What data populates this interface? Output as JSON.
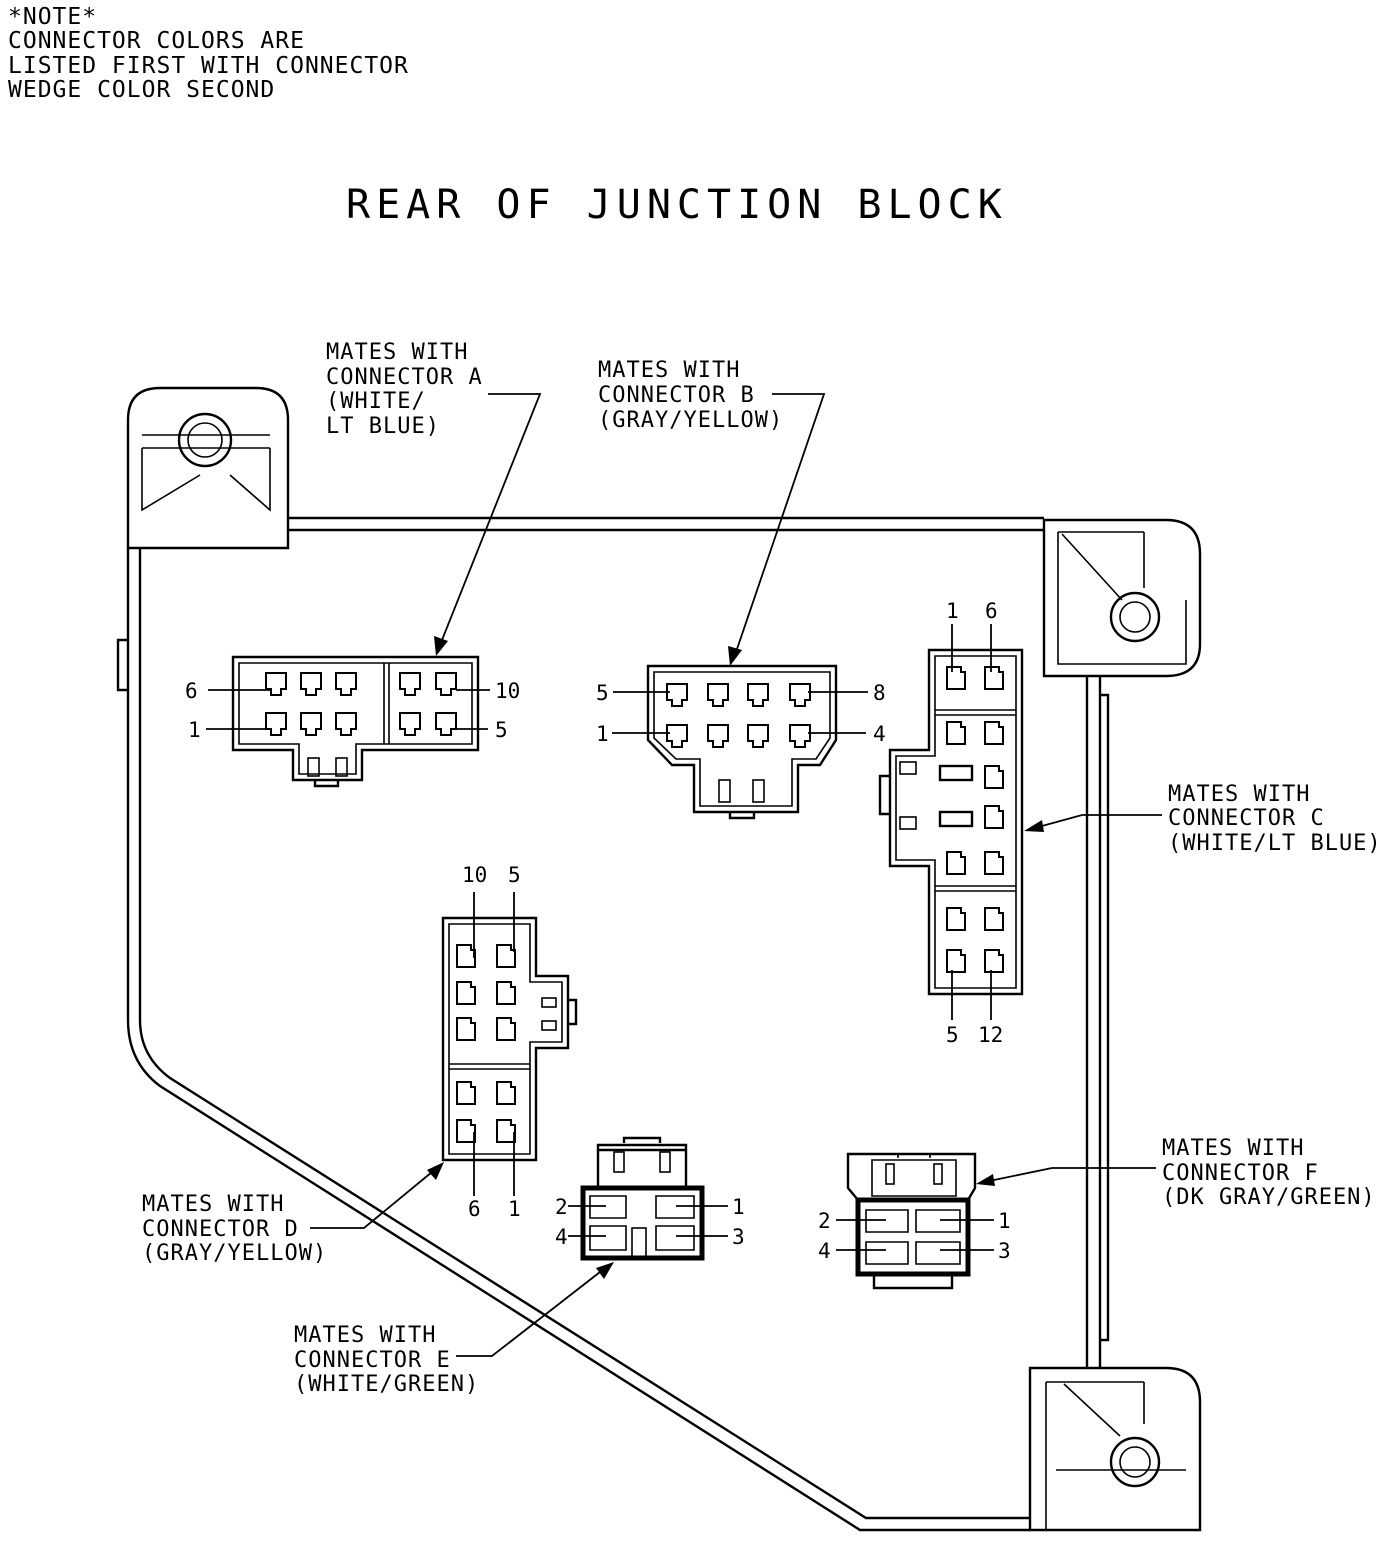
{
  "note": [
    "*NOTE*",
    "CONNECTOR COLORS ARE",
    "LISTED FIRST WITH CONNECTOR",
    "WEDGE COLOR SECOND"
  ],
  "title": "REAR OF JUNCTION BLOCK",
  "connectors": {
    "a": {
      "label": [
        "MATES WITH",
        "CONNECTOR A",
        "(WHITE/",
        "LT BLUE)"
      ],
      "pins": [
        "6",
        "1",
        "10",
        "5"
      ]
    },
    "b": {
      "label": [
        "MATES WITH",
        "CONNECTOR B",
        "(GRAY/YELLOW)"
      ],
      "pins": [
        "5",
        "1",
        "8",
        "4"
      ]
    },
    "c": {
      "label": [
        "MATES WITH",
        "CONNECTOR C",
        "(WHITE/LT BLUE)"
      ],
      "pins": [
        "1",
        "6",
        "5",
        "12"
      ]
    },
    "d": {
      "label": [
        "MATES WITH",
        "CONNECTOR D",
        "(GRAY/YELLOW)"
      ],
      "pins": [
        "10",
        "5",
        "6",
        "1"
      ]
    },
    "e": {
      "label": [
        "MATES WITH",
        "CONNECTOR E",
        "(WHITE/GREEN)"
      ],
      "pins": [
        "2",
        "4",
        "1",
        "3"
      ]
    },
    "f": {
      "label": [
        "MATES WITH",
        "CONNECTOR F",
        "(DK GRAY/GREEN)"
      ],
      "pins": [
        "2",
        "4",
        "1",
        "3"
      ]
    }
  }
}
